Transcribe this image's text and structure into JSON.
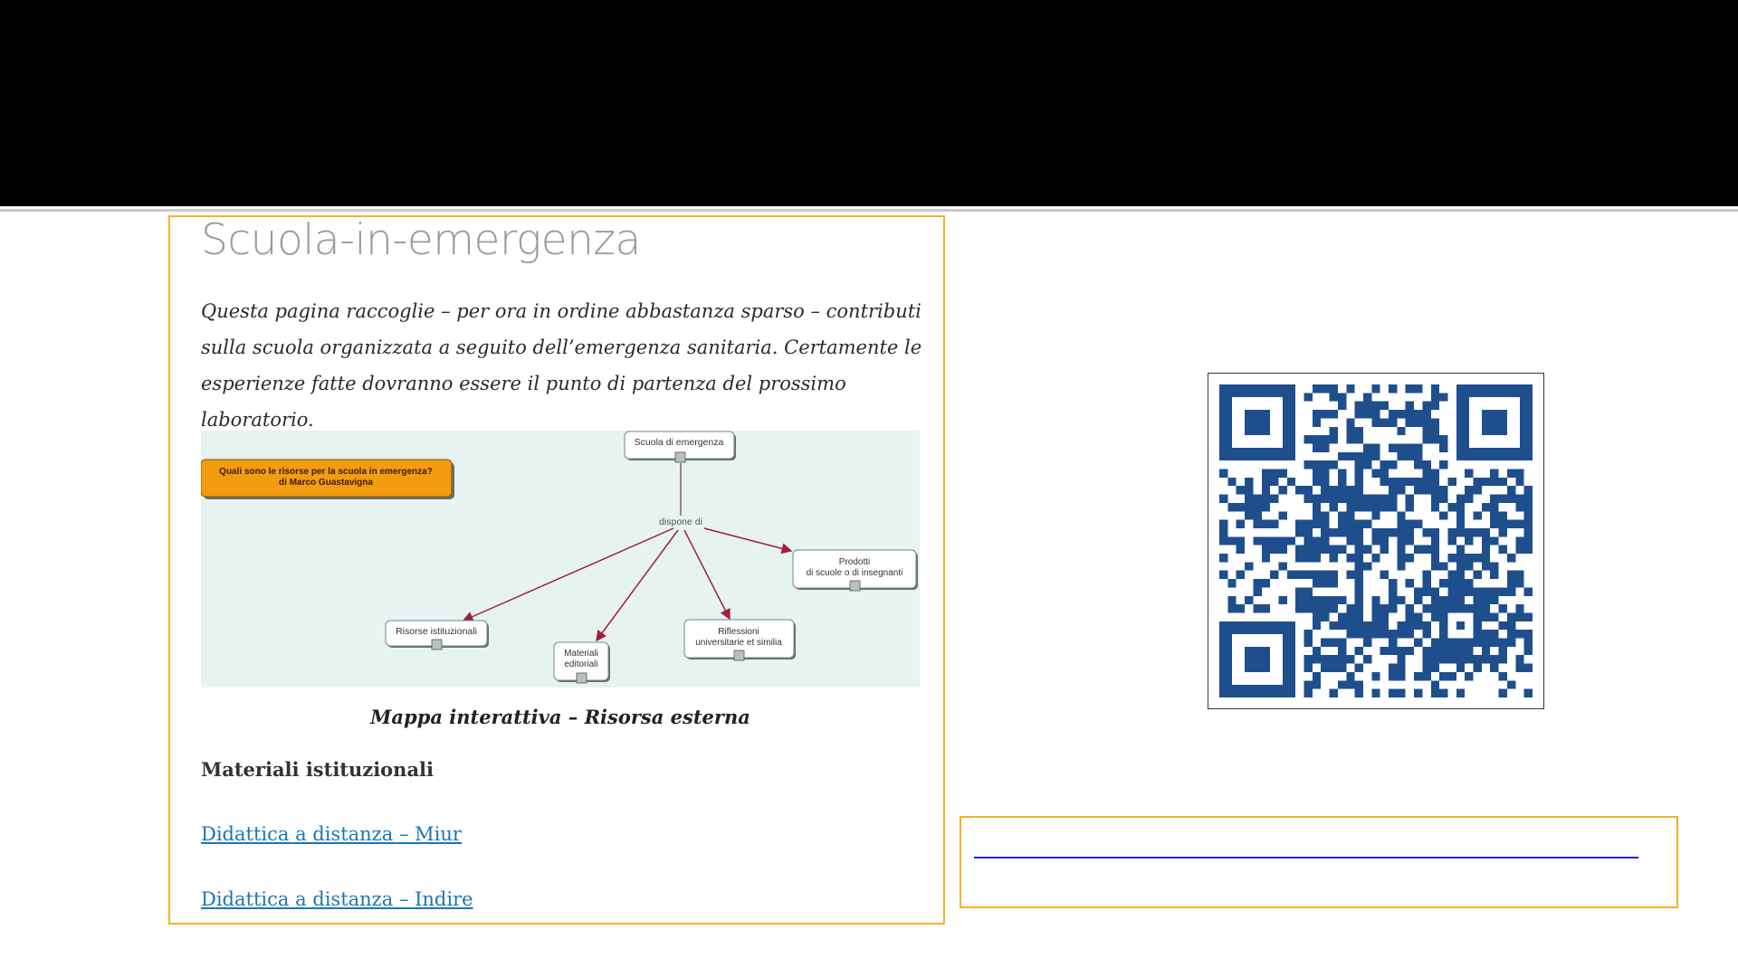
{
  "article": {
    "title": "Scuola-in-emergenza",
    "intro": "Questa pagina raccoglie – per ora in ordine abbastanza sparso – contributi sulla scuola organizzata a seguito dell’emergenza sanitaria. Certamente le esperienze fatte dovranno essere il punto di partenza del prossimo laboratorio.",
    "map": {
      "banner_line1": "Quali sono le risorse per la scuola in emergenza?",
      "banner_line2": "di Marco Guastavigna",
      "root": "Scuola di emergenza",
      "relation": "dispone di",
      "node_risorse": "Risorse istituzionali",
      "node_materiali_1": "Materiali",
      "node_materiali_2": "editoriali",
      "node_riflessioni_1": "Riflessioni",
      "node_riflessioni_2": "universitarie et similia",
      "node_prodotti_1": "Prodotti",
      "node_prodotti_2": "di scuole o di insegnanti"
    },
    "caption": "Mappa interattiva – Risorsa esterna",
    "section_heading": "Materiali istituzionali",
    "link_miur": "Didattica a distanza – Miur",
    "link_indire": "Didattica a distanza – Indire"
  },
  "colors": {
    "qr": "#1f4e8c",
    "accent_border": "#f0b428",
    "link": "#1a76b8",
    "banner": "#f39c12"
  },
  "icons": {
    "qr": "qr-code-icon"
  }
}
